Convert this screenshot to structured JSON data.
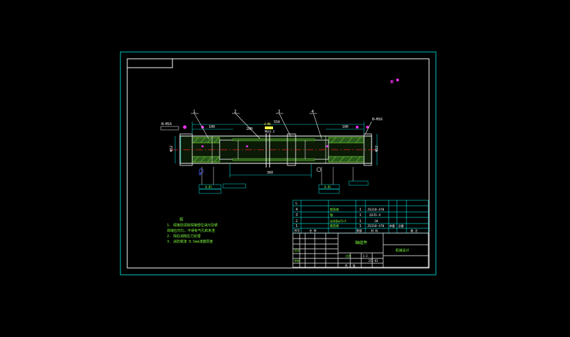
{
  "colors": {
    "background": "#000000",
    "frame": "#00c8c8",
    "outline": "#ffffff",
    "part_fill": "#2a5a1e",
    "hatch": "#6fbf2f",
    "center_line": "#ff2020",
    "dimension": "#00e0e0",
    "leader": "#ffffff",
    "note_text": "#7fff3f",
    "table_line": "#00c8c8",
    "table_text": "#ffffff",
    "magenta": "#ff30ff",
    "yellow": "#ffff40",
    "blue": "#4060ff"
  },
  "drawing": {
    "corner_mark": "ж",
    "balloons": [
      "1",
      "2",
      "3",
      "4"
    ],
    "section_left": "B—M16",
    "section_right": "B—M16",
    "dim_overall": "550",
    "dim_left": "100",
    "dim_right": "100",
    "dim_mid": "280",
    "dim_bottom": "360",
    "diam_left": "Φ52",
    "diam_right": "Φ52",
    "tolerance_left": "0.05",
    "tolerance_right": "0.05",
    "tag_yellow": "4–M6",
    "tag_yellow2": "M6X1.5",
    "circle_mark": "Φ",
    "note_title": "技",
    "notes": [
      "1.  焊接前清除焊接部位油污及锈",
      "    焊缝应均匀，不得有气孔和夹渣",
      "2.  焊后消除应力处理",
      "3.  涂防锈漆        0.5mm漆膜厚度"
    ]
  },
  "bom": {
    "rows": [
      {
        "no": "L",
        "name": "",
        "qty": "",
        "mat": "",
        "note": ""
      },
      {
        "no": "4",
        "name": "端盖板",
        "qty": "1",
        "mat": "ZG310-470",
        "note": ""
      },
      {
        "no": "3",
        "name": "轴",
        "qty": "1",
        "mat": "Q235-A",
        "note": ""
      },
      {
        "no": "2",
        "name": "连接管φ25×5",
        "qty": "1",
        "mat": "20",
        "note": ""
      },
      {
        "no": "1",
        "name": "端盖板",
        "qty": "1",
        "mat": "ZG310-470",
        "note": ""
      }
    ],
    "header": [
      "序号",
      "名 称",
      "数量",
      "材 料",
      "单重",
      "总重",
      "备 注"
    ]
  },
  "title_block": {
    "part_name": "轴组件",
    "drawing_no": "JZZ-01",
    "scale_label": "比例",
    "scale_value": "1:2",
    "sheet": "共 1 张",
    "designer": "设计",
    "checker": "审核",
    "company": "机械设计"
  }
}
